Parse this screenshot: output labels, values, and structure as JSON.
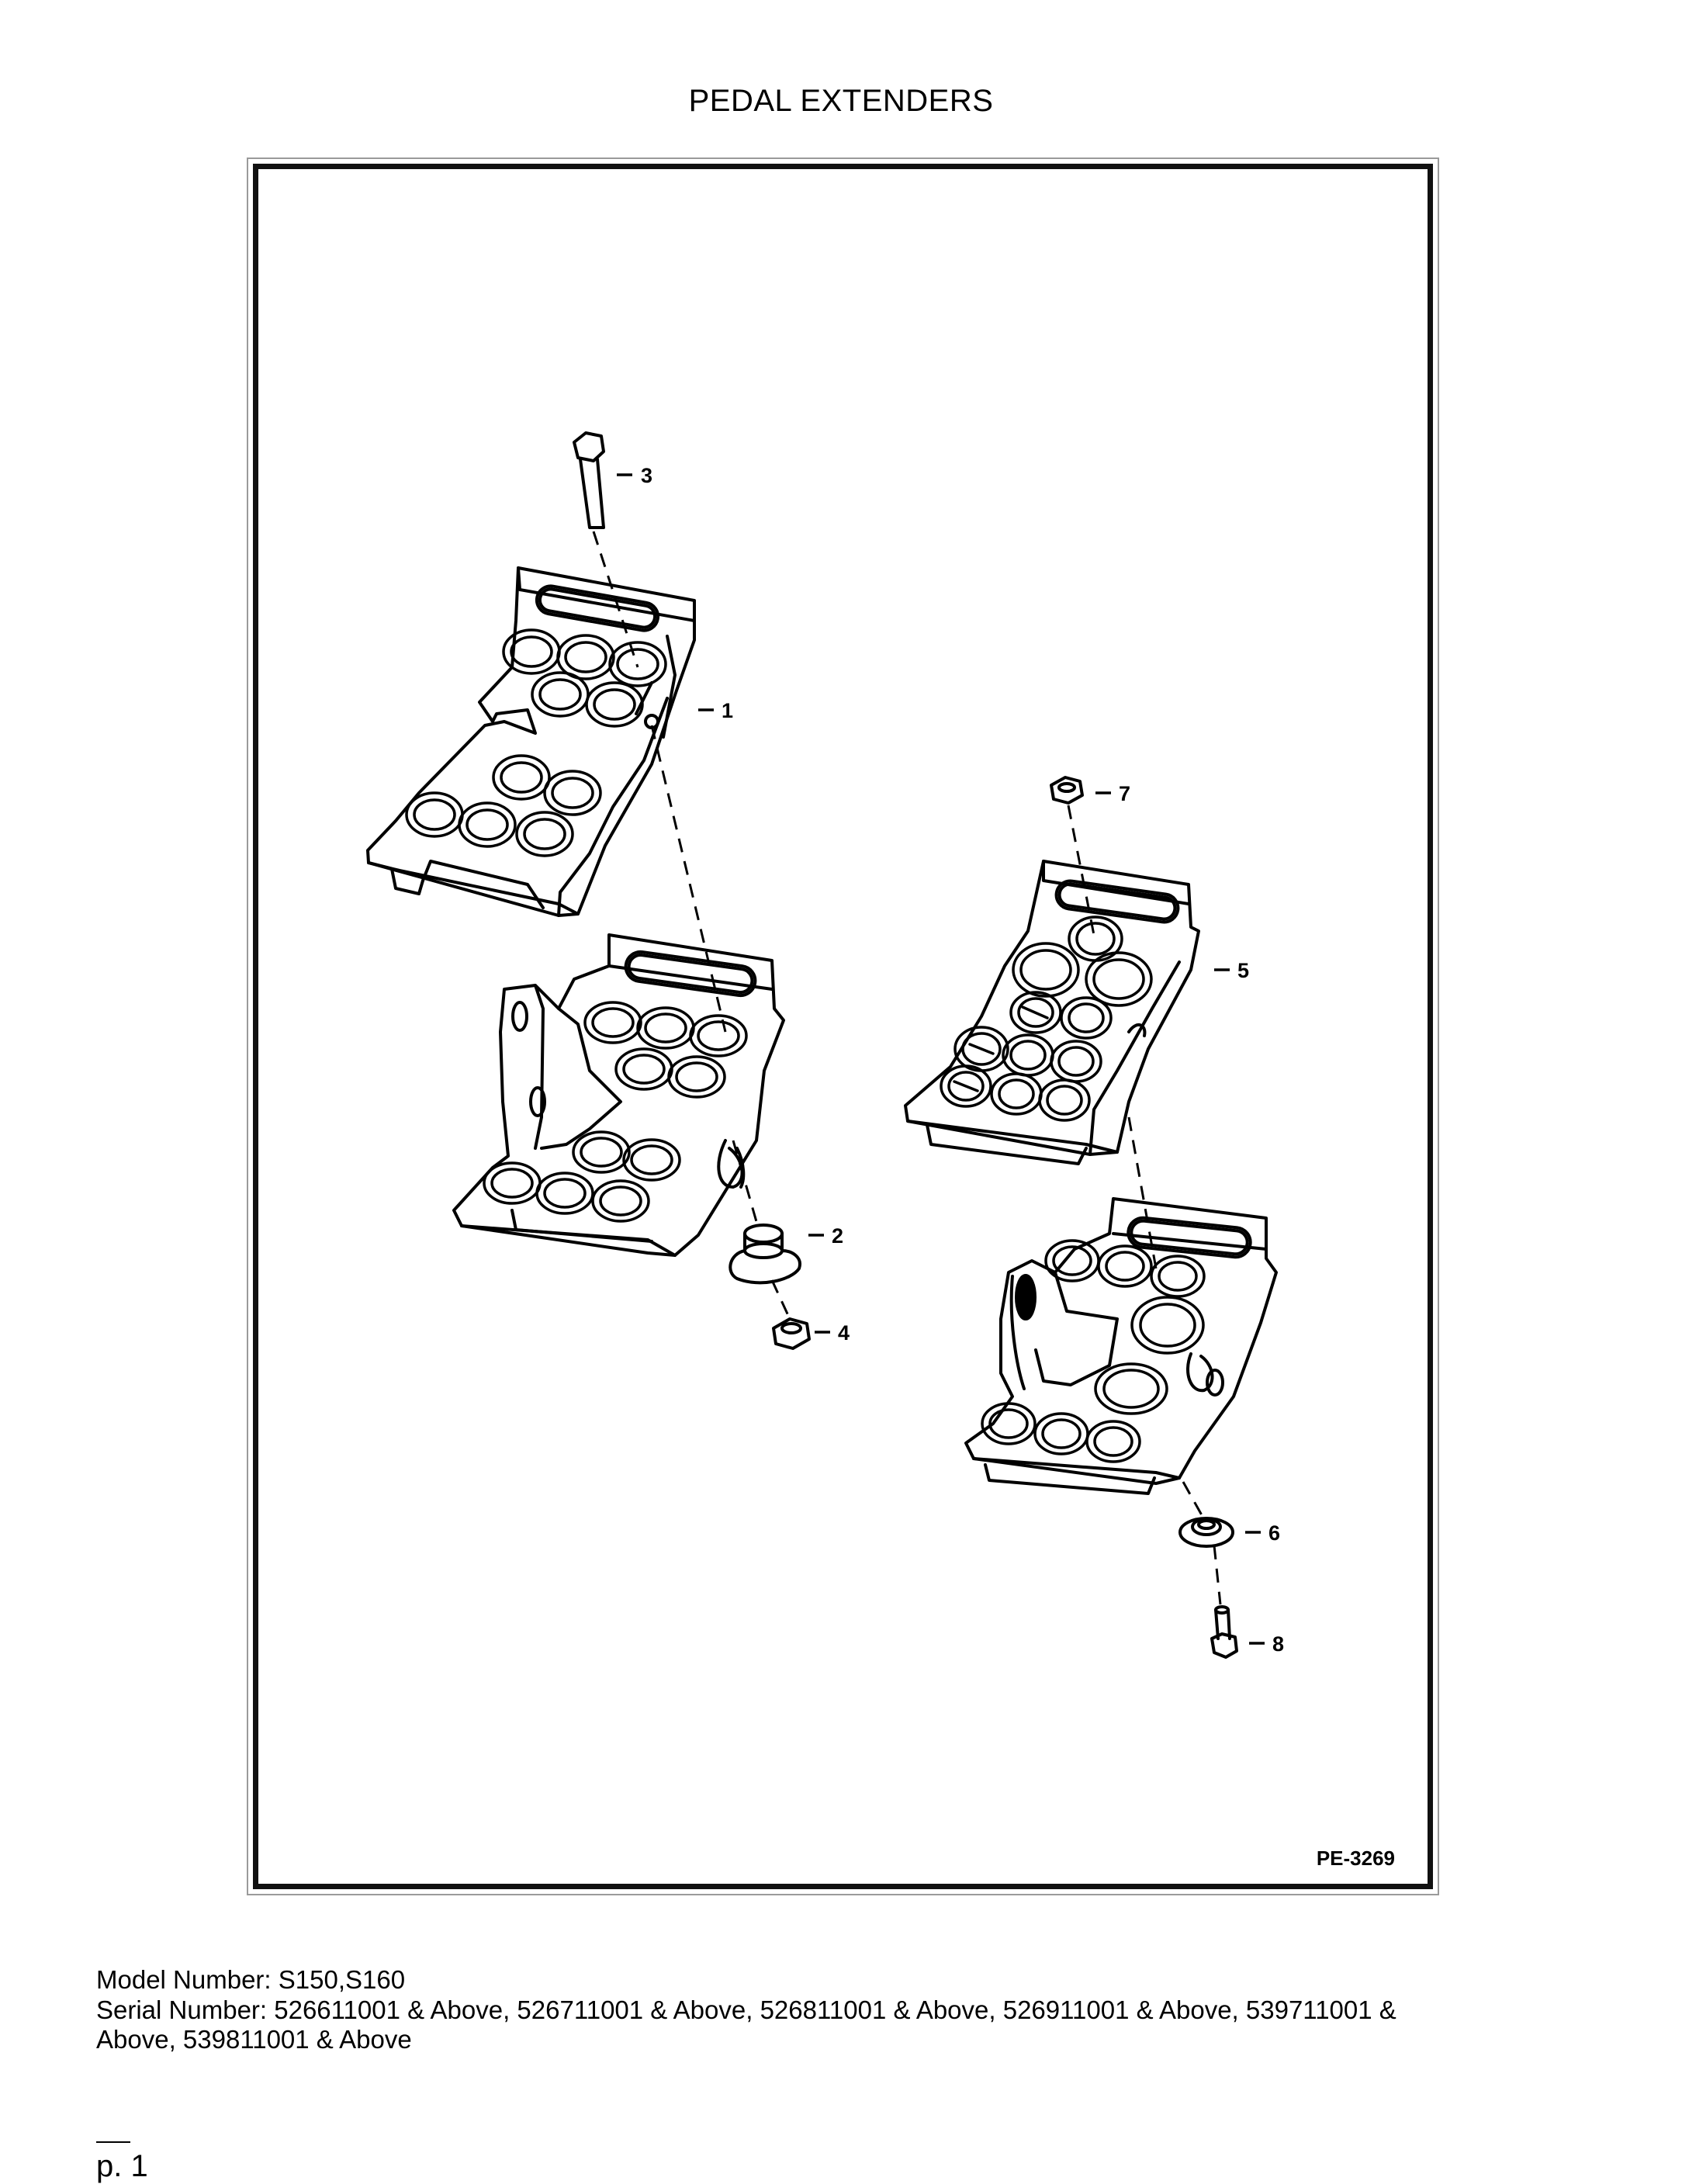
{
  "title": "PEDAL EXTENDERS",
  "figure_code": "PE-3269",
  "callouts": {
    "c1": "1",
    "c2": "2",
    "c3": "3",
    "c4": "4",
    "c5": "5",
    "c6": "6",
    "c7": "7",
    "c8": "8"
  },
  "info": {
    "model_line": "Model Number: S150,S160",
    "serial_line_1": "Serial Number: 526611001 & Above, 526711001 & Above, 526811001 & Above, 526911001 & Above, 539711001 &",
    "serial_line_2": "Above, 539811001 & Above"
  },
  "page_number": "p. 1"
}
